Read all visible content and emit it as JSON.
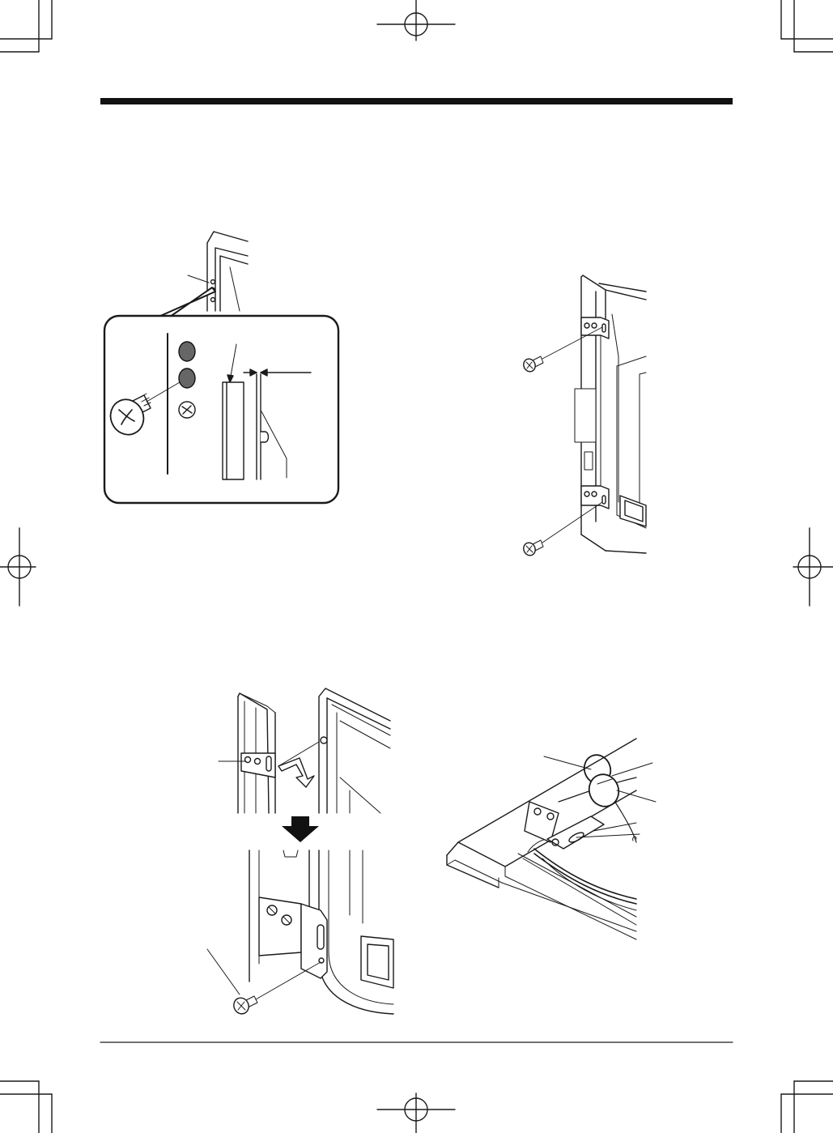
{
  "page": {
    "background": "#ffffff",
    "ink": "#1a1a1a",
    "bezel_fill": "#d9d9d9"
  },
  "elements": {
    "header_rule": "top-rule",
    "footer_rule": "bottom-rule",
    "registration_marks": [
      "registration-mark-top",
      "registration-mark-bottom",
      "registration-mark-left",
      "registration-mark-right"
    ],
    "crop_marks": [
      "crop-mark-top-left",
      "crop-mark-top-right",
      "crop-mark-bottom-left",
      "crop-mark-bottom-right"
    ],
    "figures": [
      "panel-corner-screw-hole-detail",
      "bracket-screw-attachment",
      "hook-bracket-onto-panel",
      "cable-clamp-on-bracket"
    ]
  }
}
